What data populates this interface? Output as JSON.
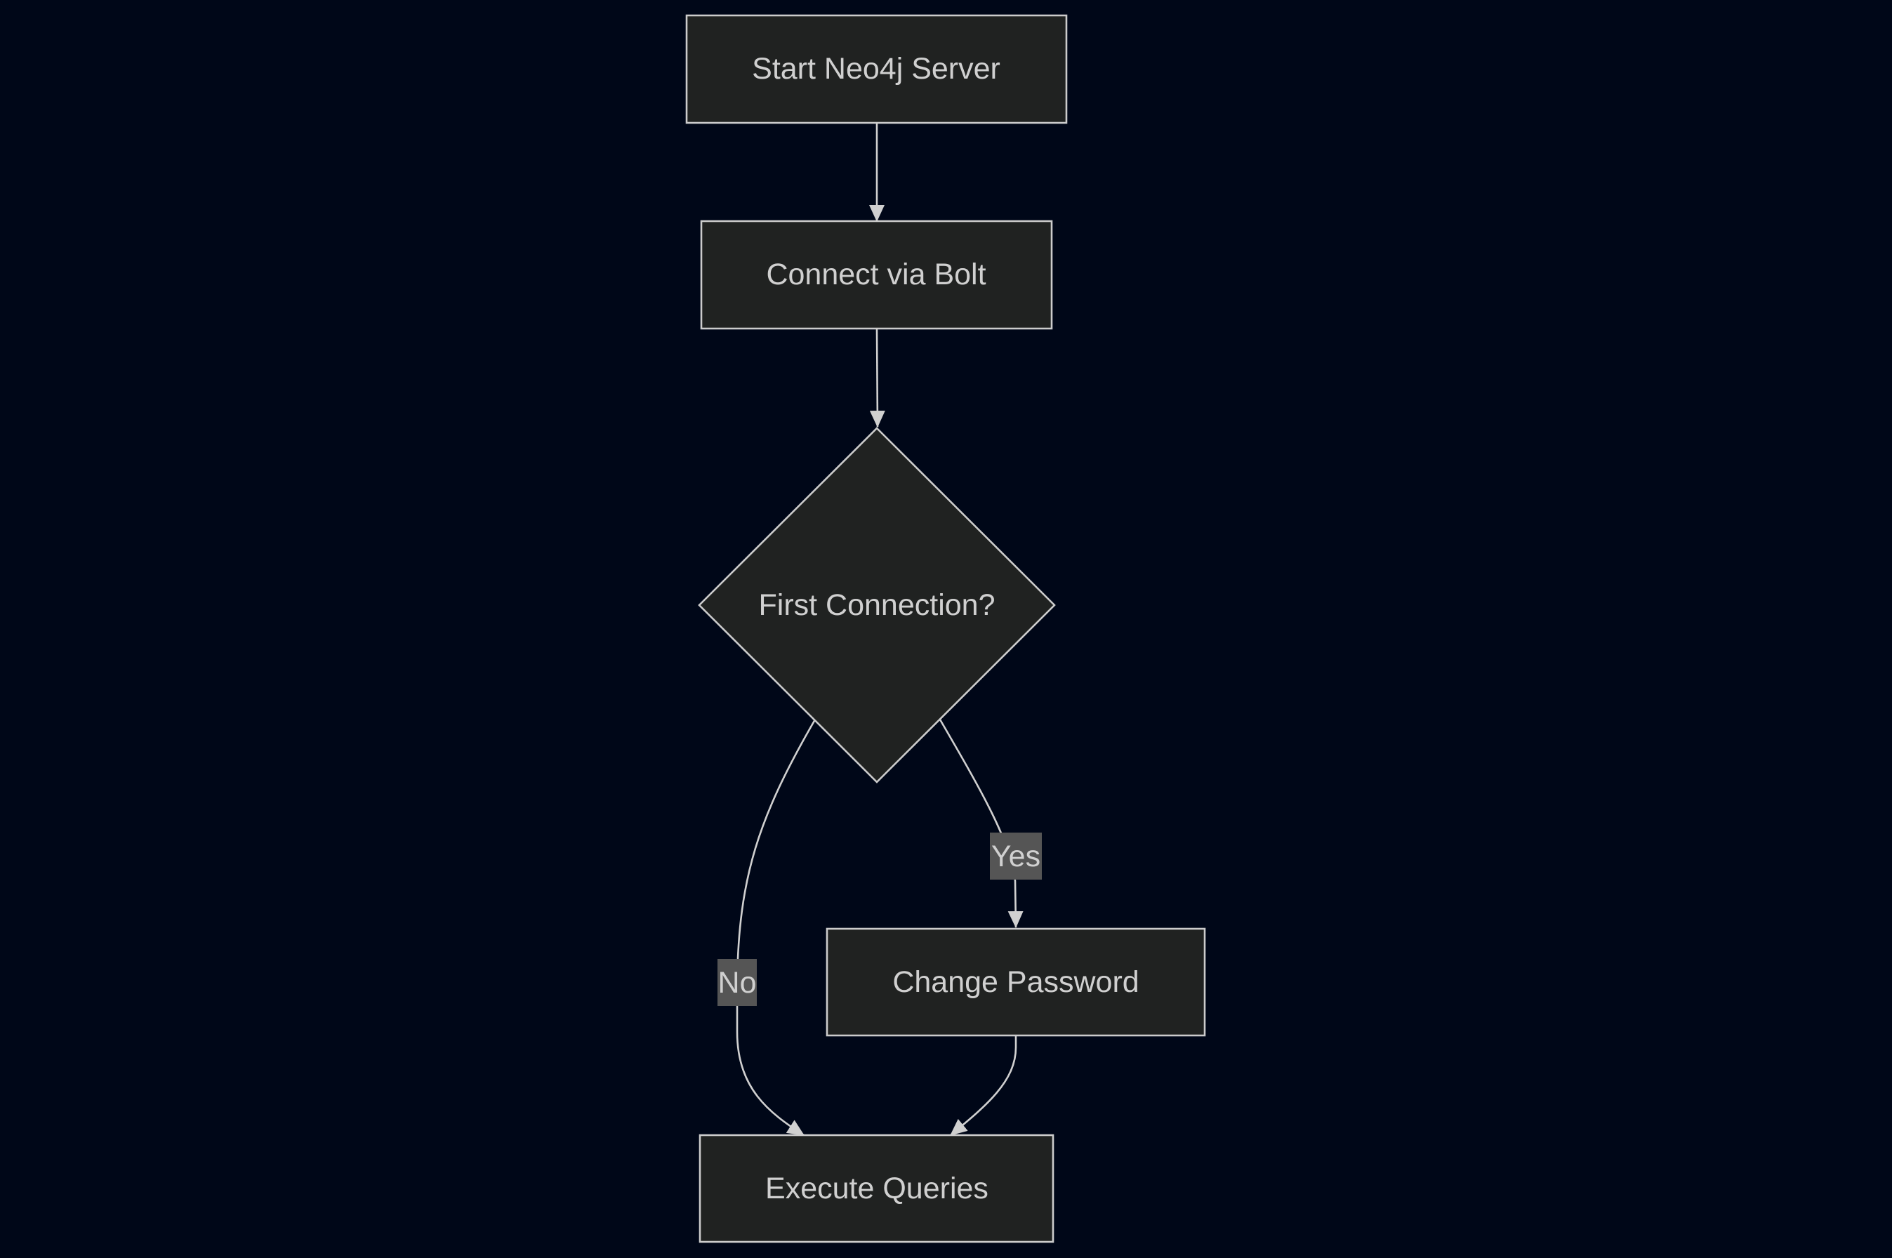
{
  "diagram": {
    "type": "flowchart",
    "colors": {
      "background": "#000718",
      "node_fill": "#202221",
      "node_stroke": "#cccccc",
      "text": "#d0d0d0",
      "edge_label_bg": "#555555"
    },
    "nodes": {
      "start": {
        "label": "Start Neo4j Server"
      },
      "connect": {
        "label": "Connect via Bolt"
      },
      "decision": {
        "label": "First Connection?"
      },
      "change_password": {
        "label": "Change Password"
      },
      "execute": {
        "label": "Execute Queries"
      }
    },
    "edges": [
      {
        "from": "start",
        "to": "connect",
        "label": ""
      },
      {
        "from": "connect",
        "to": "decision",
        "label": ""
      },
      {
        "from": "decision",
        "to": "change_password",
        "label": "Yes"
      },
      {
        "from": "decision",
        "to": "execute",
        "label": "No"
      },
      {
        "from": "change_password",
        "to": "execute",
        "label": ""
      }
    ]
  }
}
